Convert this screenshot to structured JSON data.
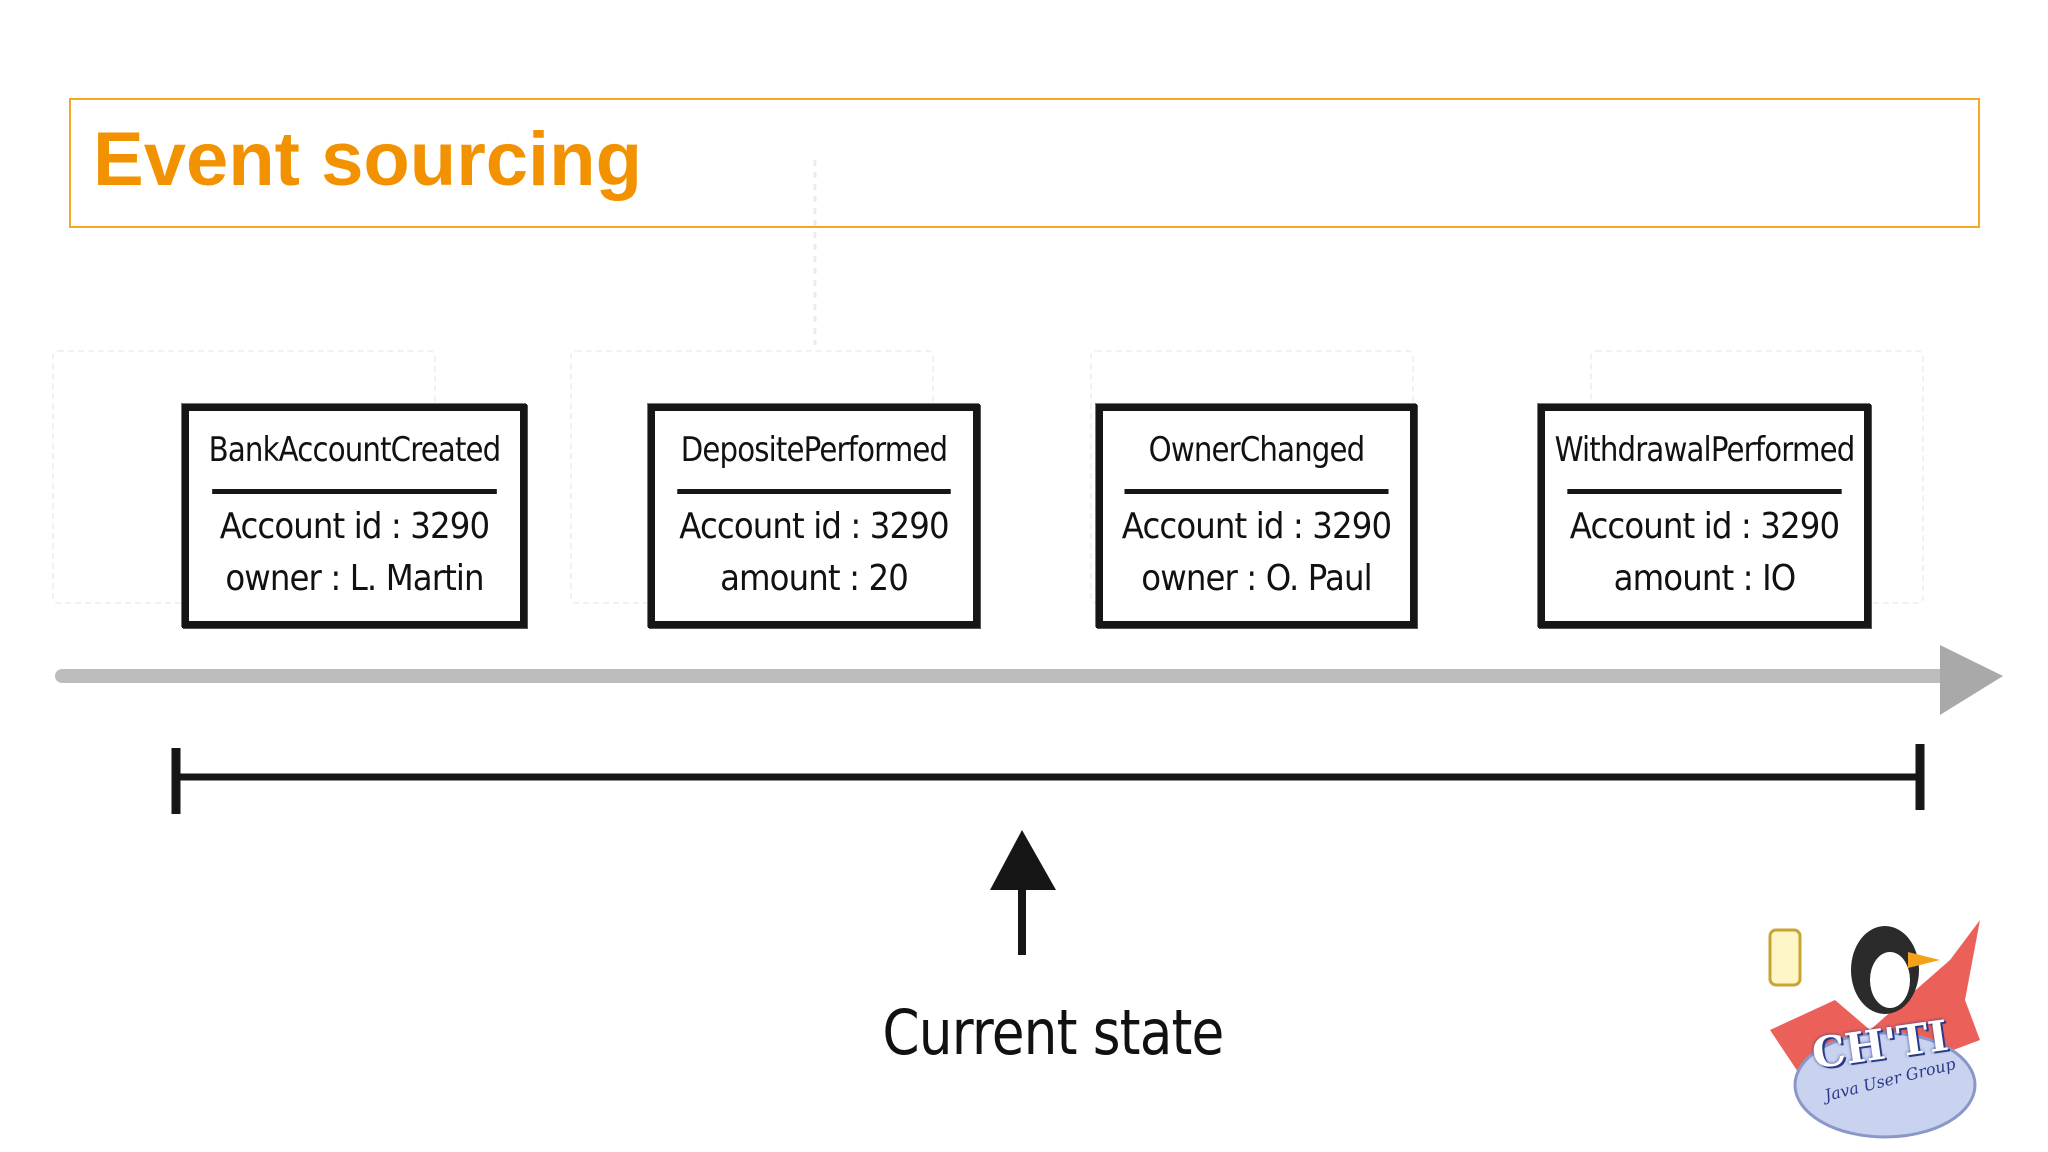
{
  "slide": {
    "title": "Event sourcing"
  },
  "events": [
    {
      "name": "BankAccountCreated",
      "line1": "Account id : 3290",
      "line2": "owner : L. Martin"
    },
    {
      "name": "DepositePerformed",
      "line1": "Account id : 3290",
      "line2": "amount : 20"
    },
    {
      "name": "OwnerChanged",
      "line1": "Account id : 3290",
      "line2": "owner : O. Paul"
    },
    {
      "name": "WithdrawalPerformed",
      "line1": "Account id : 3290",
      "line2": "amount : IO"
    }
  ],
  "current_state": {
    "label": "Current state"
  },
  "logo": {
    "name": "CH'TI",
    "subtitle": "Java User Group"
  },
  "colors": {
    "title": "#f39200",
    "title_border": "#f5a623",
    "timeline": "#bdbdbd",
    "ink": "#161616"
  }
}
